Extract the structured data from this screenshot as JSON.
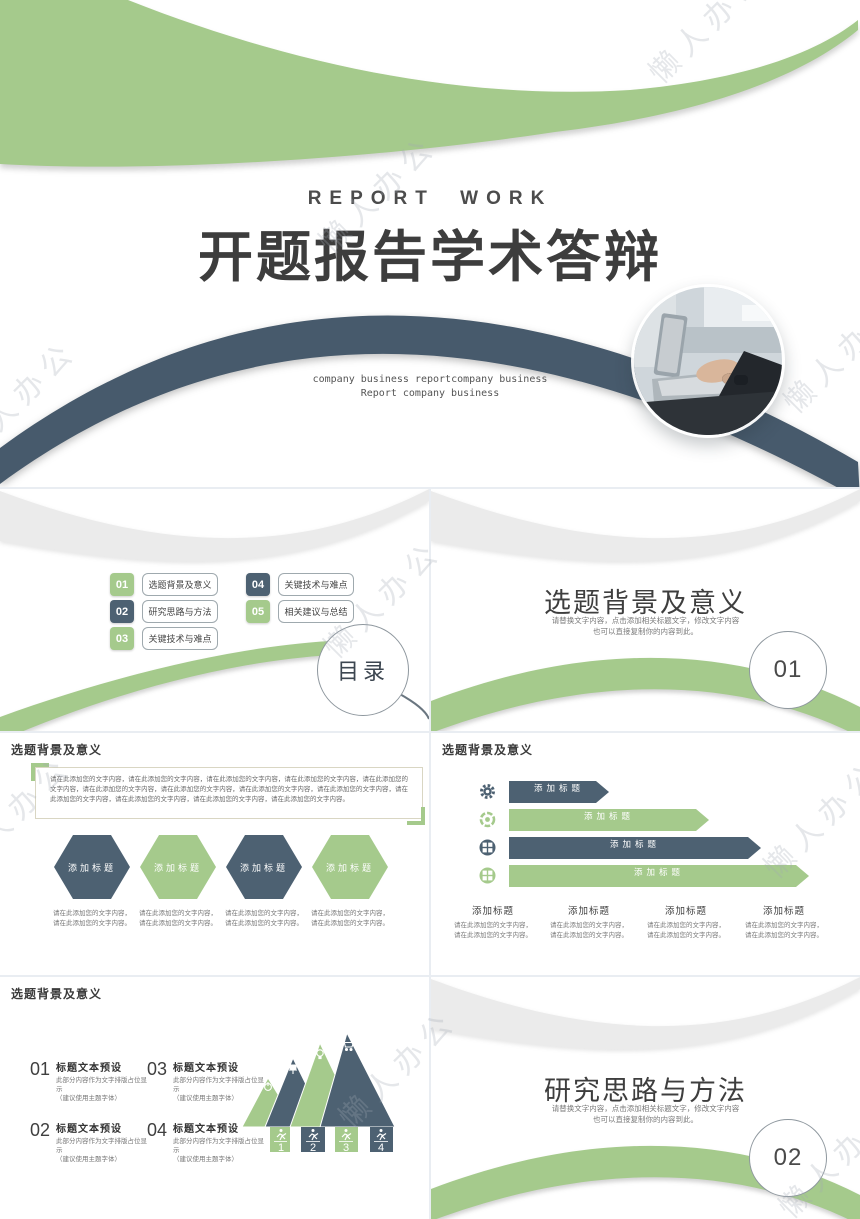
{
  "palette": {
    "green": "#a5ca8c",
    "green-deep": "#8fb876",
    "dark": "#4d6172",
    "dark2": "#475a6c",
    "gray-swoosh": "#ebebeb",
    "page": "#e9edf2"
  },
  "watermark": {
    "text": "懒人办公"
  },
  "cover": {
    "kicker": "REPORT WORK",
    "title": "开题报告学术答辩",
    "subtitle_line1": "company business reportcompany business",
    "subtitle_line2": "Report company business",
    "photo": "laptop-typing-photo"
  },
  "toc": {
    "circle_label": "目录",
    "items": [
      {
        "num": "01",
        "label": "选题背景及意义",
        "tone": "green"
      },
      {
        "num": "02",
        "label": "研究思路与方法",
        "tone": "dark"
      },
      {
        "num": "03",
        "label": "关键技术与难点",
        "tone": "green"
      },
      {
        "num": "04",
        "label": "关键技术与难点",
        "tone": "dark"
      },
      {
        "num": "05",
        "label": "相关建议与总结",
        "tone": "green"
      }
    ]
  },
  "section01": {
    "number": "01",
    "title": "选题背景及意义",
    "desc_line1": "请替换文字内容，点击添加相关标题文字，修改文字内容",
    "desc_line2": "也可以直接复制你的内容到此。"
  },
  "section02": {
    "number": "02",
    "title": "研究思路与方法",
    "desc_line1": "请替换文字内容，点击添加相关标题文字，修改文字内容",
    "desc_line2": "也可以直接复制你的内容到此。"
  },
  "slide_hex": {
    "header": "选题背景及意义",
    "paragraph": "请在此添加您的文字内容，请在此添加您的文字内容，请在此添加您的文字内容，请在此添加您的文字内容，请在此添加您的文字内容，请在此添加您的文字内容，请在此添加您的文字内容，请在此添加您的文字内容，请在此添加您的文字内容，请在此添加您的文字内容，请在此添加您的文字内容，请在此添加您的文字内容，请在此添加您的文字内容。",
    "items": [
      {
        "title": "添加标题",
        "desc1": "请在此添加您的文字内容，",
        "desc2": "请在此添加您的文字内容。",
        "tone": "dark"
      },
      {
        "title": "添加标题",
        "desc1": "请在此添加您的文字内容，",
        "desc2": "请在此添加您的文字内容。",
        "tone": "green"
      },
      {
        "title": "添加标题",
        "desc1": "请在此添加您的文字内容，",
        "desc2": "请在此添加您的文字内容。",
        "tone": "dark"
      },
      {
        "title": "添加标题",
        "desc1": "请在此添加您的文字内容，",
        "desc2": "请在此添加您的文字内容。",
        "tone": "green"
      }
    ]
  },
  "slide_bars": {
    "header": "选题背景及意义",
    "bars": [
      {
        "label": "添加标题",
        "tone": "dark",
        "icon": "gear-icon"
      },
      {
        "label": "添加标题",
        "tone": "green",
        "icon": "aperture-icon"
      },
      {
        "label": "添加标题",
        "tone": "dark",
        "icon": "grid-icon"
      },
      {
        "label": "添加标题",
        "tone": "green",
        "icon": "grid-icon"
      }
    ],
    "columns": [
      {
        "title": "添加标题",
        "desc1": "请在此添加您的文字内容，",
        "desc2": "请在此添加您的文字内容。"
      },
      {
        "title": "添加标题",
        "desc1": "请在此添加您的文字内容，",
        "desc2": "请在此添加您的文字内容。"
      },
      {
        "title": "添加标题",
        "desc1": "请在此添加您的文字内容，",
        "desc2": "请在此添加您的文字内容。"
      },
      {
        "title": "添加标题",
        "desc1": "请在此添加您的文字内容，",
        "desc2": "请在此添加您的文字内容。"
      }
    ]
  },
  "slide_steps": {
    "header": "选题背景及意义",
    "items": [
      {
        "num": "01",
        "title": "标题文本预设",
        "desc": "此部分内容作为文字排版占位显示",
        "note": "（建议使用主题字体）"
      },
      {
        "num": "02",
        "title": "标题文本预设",
        "desc": "此部分内容作为文字排版占位显示",
        "note": "（建议使用主题字体）"
      },
      {
        "num": "03",
        "title": "标题文本预设",
        "desc": "此部分内容作为文字排版占位显示",
        "note": "（建议使用主题字体）"
      },
      {
        "num": "04",
        "title": "标题文本预设",
        "desc": "此部分内容作为文字排版占位显示",
        "note": "（建议使用主题字体）"
      }
    ],
    "mountain": {
      "labels": [
        "1",
        "2",
        "3",
        "4"
      ],
      "icons": [
        "power-icon",
        "pin-icon",
        "bulb-icon",
        "cart-icon"
      ],
      "tones": [
        "green",
        "dark",
        "green",
        "dark"
      ]
    }
  }
}
